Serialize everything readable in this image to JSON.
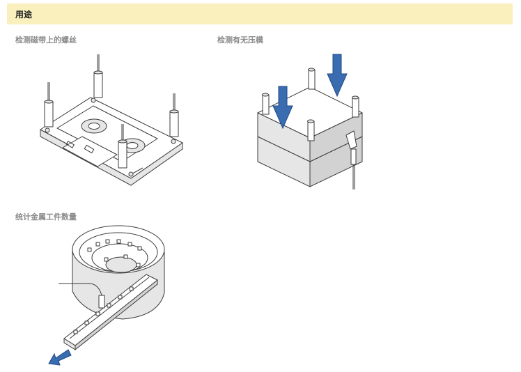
{
  "header": {
    "title": "用途"
  },
  "figures": [
    {
      "caption": "检测磁带上的螺丝",
      "illustration": "cassette-tape-with-sensor-probes"
    },
    {
      "caption": "检测有无压模",
      "illustration": "press-die-block-with-arrows"
    },
    {
      "caption": "统计金属工件数量",
      "illustration": "parts-feeder-bowl-with-sensor"
    }
  ],
  "colors": {
    "header_bg": "#faf0bd",
    "caption": "#8a8a8a",
    "arrow": "#3a6cb0"
  }
}
